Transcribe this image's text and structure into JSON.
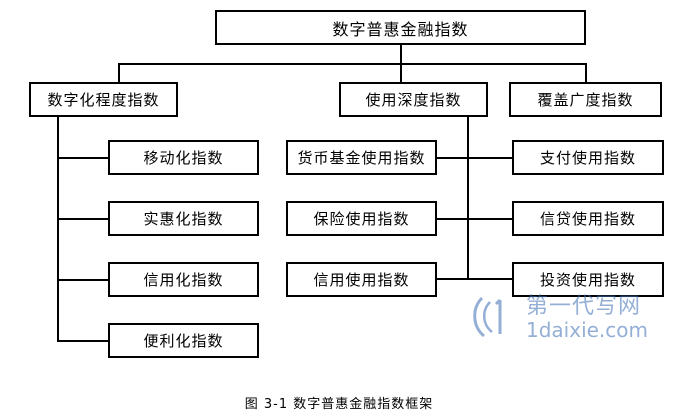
{
  "diagram": {
    "root": "数字普惠金融指数",
    "dimensions": {
      "digitization": "数字化程度指数",
      "usage": "使用深度指数",
      "coverage": "覆盖广度指数"
    },
    "digitization_items": [
      "移动化指数",
      "实惠化指数",
      "信用化指数",
      "便利化指数"
    ],
    "usage_left_items": [
      "货币基金使用指数",
      "保险使用指数",
      "信用使用指数"
    ],
    "usage_right_items": [
      "支付使用指数",
      "信贷使用指数",
      "投资使用指数"
    ]
  },
  "caption": "图 3-1  数字普惠金融指数框架",
  "watermark": {
    "cn": "第一代写网",
    "en": "1daixie.com",
    "color": "#3d6fb6"
  }
}
